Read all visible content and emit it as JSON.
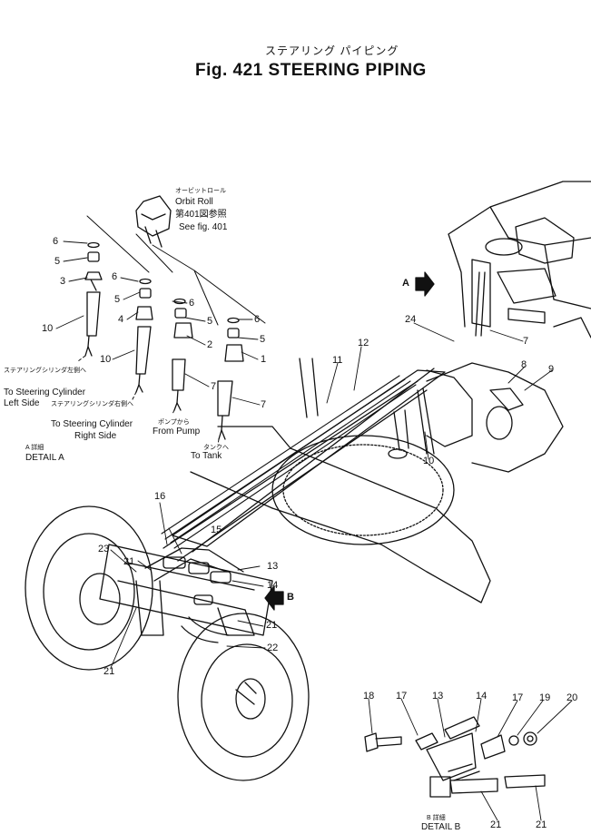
{
  "title_jp": "ステアリング パイピング",
  "title": "Fig. 421 STEERING PIPING",
  "notes": {
    "orbit_jp": "オービットロール",
    "orbit": "Orbit Roll",
    "see_jp": "第401図参照",
    "see": "See fig. 401",
    "left_jp": "ステアリングシリンダ左側へ",
    "left1": "To Steering Cylinder",
    "left2": "Left Side",
    "right_jp": "ステアリングシリンダ右側へ",
    "right1": "To Steering Cylinder",
    "right2": "Right Side",
    "detail_a_jp": "A 詳細",
    "detail_a": "DETAIL A",
    "pump_jp": "ポンプから",
    "pump": "From Pump",
    "tank_jp": "タンクへ",
    "tank": "To Tank",
    "detail_b_jp": "B 詳細",
    "detail_b": "DETAIL B"
  },
  "view_a": "A",
  "view_b": "B",
  "callouts": {
    "c6a": "6",
    "c5a": "5",
    "c3": "3",
    "c10a": "10",
    "c6b": "6",
    "c5b": "5",
    "c4": "4",
    "c10b": "10",
    "c6c": "6",
    "c5c": "5",
    "c2": "2",
    "c7a": "7",
    "c6d": "6",
    "c5d": "5",
    "c1": "1",
    "c7b": "7",
    "c24": "24",
    "c12": "12",
    "c11": "11",
    "c7c": "7",
    "c8": "8",
    "c9": "9",
    "c10c": "10",
    "c16": "16",
    "c15": "15",
    "c23": "23",
    "c21a": "21",
    "c13": "13",
    "c14": "14",
    "c21b": "21",
    "c22": "22",
    "c21c": "21",
    "c18": "18",
    "c17a": "17",
    "c13b": "13",
    "c14b": "14",
    "c17b": "17",
    "c19": "19",
    "c20": "20",
    "c21d": "21",
    "c21e": "21"
  }
}
